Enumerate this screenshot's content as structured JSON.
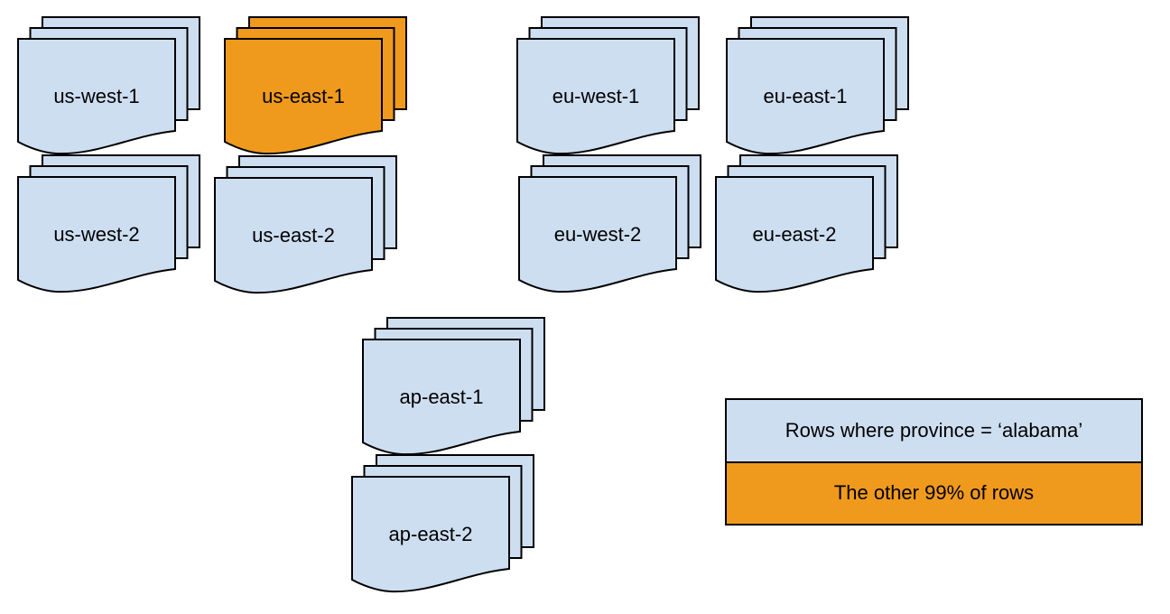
{
  "colors": {
    "region_fill": "#cedef1",
    "highlight_fill": "#f09a1d",
    "stroke": "#000000",
    "background": "#ffffff",
    "text": "#000000"
  },
  "stacks": [
    {
      "label": "us-west-1",
      "fill": "#cedef1"
    },
    {
      "label": "us-east-1",
      "fill": "#f09a1d"
    },
    {
      "label": "eu-west-1",
      "fill": "#cedef1"
    },
    {
      "label": "eu-east-1",
      "fill": "#cedef1"
    },
    {
      "label": "us-west-2",
      "fill": "#cedef1"
    },
    {
      "label": "us-east-2",
      "fill": "#cedef1"
    },
    {
      "label": "eu-west-2",
      "fill": "#cedef1"
    },
    {
      "label": "eu-east-2",
      "fill": "#cedef1"
    },
    {
      "label": "ap-east-1",
      "fill": "#cedef1"
    },
    {
      "label": "ap-east-2",
      "fill": "#cedef1"
    }
  ],
  "legend": {
    "rows": [
      {
        "label": "Rows where province = ‘alabama’",
        "fill": "#cedef1"
      },
      {
        "label": "The other 99% of rows",
        "fill": "#f09a1d"
      }
    ]
  }
}
